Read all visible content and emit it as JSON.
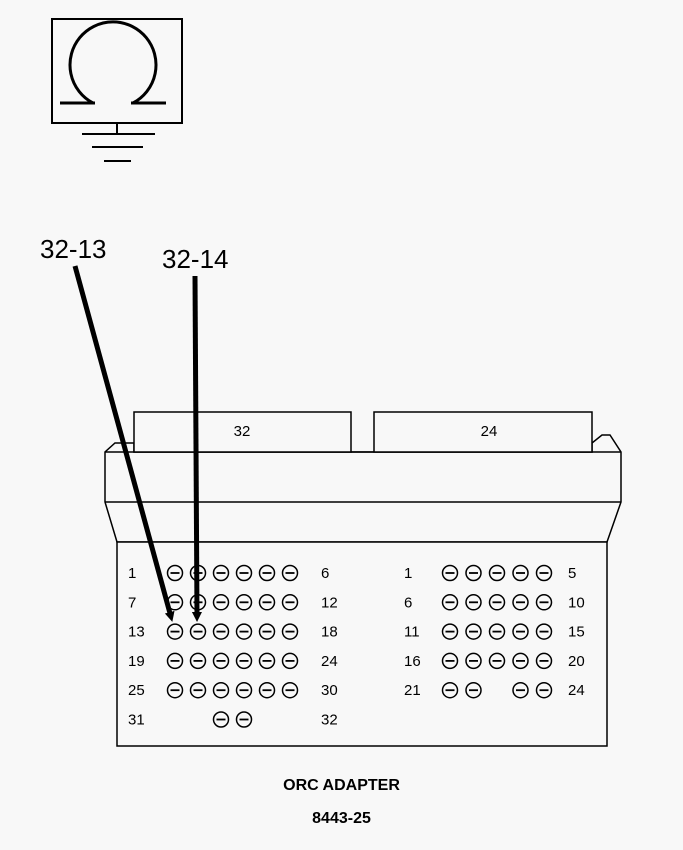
{
  "icon": "ohmmeter-ground-icon",
  "callouts": {
    "left": "32-13",
    "right": "32-14"
  },
  "connectors": {
    "c32": {
      "label": "32",
      "rows": [
        {
          "start": "1",
          "end": "6",
          "pins": [
            1,
            1,
            1,
            1,
            1,
            1
          ]
        },
        {
          "start": "7",
          "end": "12",
          "pins": [
            1,
            1,
            1,
            1,
            1,
            1
          ]
        },
        {
          "start": "13",
          "end": "18",
          "pins": [
            1,
            1,
            1,
            1,
            1,
            1
          ]
        },
        {
          "start": "19",
          "end": "24",
          "pins": [
            1,
            1,
            1,
            1,
            1,
            1
          ]
        },
        {
          "start": "25",
          "end": "30",
          "pins": [
            1,
            1,
            1,
            1,
            1,
            1
          ]
        },
        {
          "start": "31",
          "end": "32",
          "pins": [
            0,
            0,
            1,
            1,
            0,
            0
          ]
        }
      ]
    },
    "c24": {
      "label": "24",
      "rows": [
        {
          "start": "1",
          "end": "5",
          "pins": [
            1,
            1,
            1,
            1,
            1
          ]
        },
        {
          "start": "6",
          "end": "10",
          "pins": [
            1,
            1,
            1,
            1,
            1
          ]
        },
        {
          "start": "11",
          "end": "15",
          "pins": [
            1,
            1,
            1,
            1,
            1
          ]
        },
        {
          "start": "16",
          "end": "20",
          "pins": [
            1,
            1,
            1,
            1,
            1
          ]
        },
        {
          "start": "21",
          "end": "24",
          "pins": [
            1,
            1,
            0,
            1,
            1
          ]
        }
      ]
    }
  },
  "caption": {
    "title": "ORC ADAPTER",
    "code": "8443-25"
  }
}
